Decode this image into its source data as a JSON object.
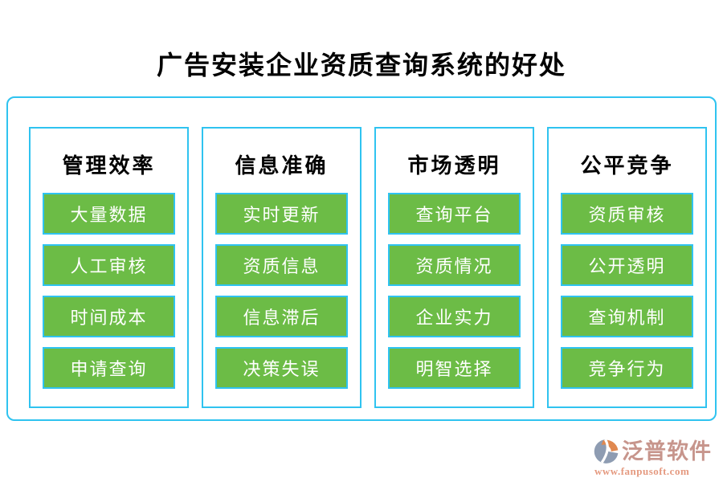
{
  "title": "广告安装企业资质查询系统的好处",
  "colors": {
    "item_green": "#6cbc46",
    "border_cyan": "#2fc3f0",
    "title_text": "#000000",
    "item_text": "#ffffff",
    "brand_text": "#c7958c",
    "brand_url_text": "#e59a80",
    "logo_icon_blue": "#8e9cb2",
    "logo_icon_orange": "#e0884f"
  },
  "columns": [
    {
      "header": "管理效率",
      "items": [
        "大量数据",
        "人工审核",
        "时间成本",
        "申请查询"
      ]
    },
    {
      "header": "信息准确",
      "items": [
        "实时更新",
        "资质信息",
        "信息滞后",
        "决策失误"
      ]
    },
    {
      "header": "市场透明",
      "items": [
        "查询平台",
        "资质情况",
        "企业实力",
        "明智选择"
      ]
    },
    {
      "header": "公平竞争",
      "items": [
        "资质审核",
        "公开透明",
        "查询机制",
        "竞争行为"
      ]
    }
  ],
  "footer": {
    "brand": "泛普软件",
    "url": "www.fanpusoft.com"
  }
}
